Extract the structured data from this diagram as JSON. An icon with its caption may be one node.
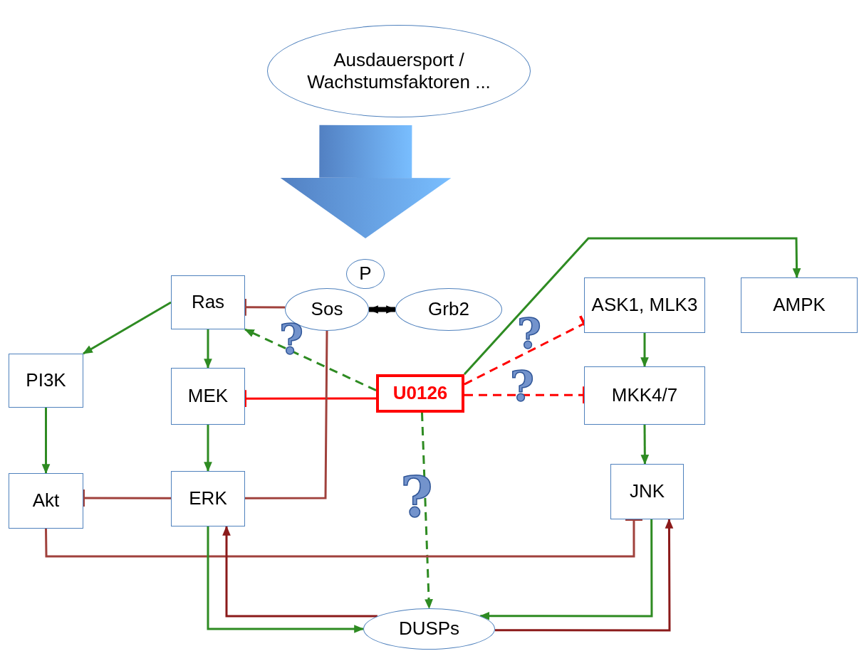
{
  "diagram": {
    "nodes": [
      {
        "text": [
          "Ausdauersport / Wachstumsfaktoren ..."
        ]
      },
      {
        "text": [
          "Ras"
        ]
      },
      {
        "text": [
          "Sos"
        ]
      },
      {
        "text": [
          "P"
        ]
      },
      {
        "text": [
          "Grb2"
        ]
      },
      {
        "text": [
          "ASK1, MLK3"
        ]
      },
      {
        "text": [
          "AMPK"
        ]
      },
      {
        "text": [
          "PI3K"
        ]
      },
      {
        "text": [
          "MEK"
        ]
      },
      {
        "text": [
          "U0126"
        ]
      },
      {
        "text": [
          "MKK4/7"
        ]
      },
      {
        "text": [
          "Akt"
        ]
      },
      {
        "text": [
          "ERK"
        ]
      },
      {
        "text": [
          "JNK"
        ]
      },
      {
        "text": [
          "DUSPs"
        ]
      }
    ],
    "edges": [
      {
        "from": 0,
        "to": 3,
        "arrow": "to",
        "style": "thick",
        "color": "#5b8fd8"
      },
      {
        "from": 1,
        "to": 7,
        "arrow": "to"
      },
      {
        "from": 1,
        "to": 8,
        "arrow": "to"
      },
      {
        "from": 7,
        "to": 11,
        "arrow": "to"
      },
      {
        "from": 8,
        "to": 12,
        "arrow": "to"
      },
      {
        "from": 2,
        "to": 1,
        "arrow": "other",
        "color": "#a0413c"
      },
      {
        "from": 2,
        "to": 4,
        "arrow": "both",
        "style": "thick",
        "color": "#000000"
      },
      {
        "from": 9,
        "to": 1,
        "arrow": "to",
        "style": "dashed"
      },
      {
        "from": 9,
        "to": 8,
        "arrow": "other",
        "color": "#ff0000"
      },
      {
        "from": 9,
        "to": 5,
        "arrow": "other",
        "style": "dashed",
        "color": "#ff0000"
      },
      {
        "from": 9,
        "to": 10,
        "arrow": "other",
        "style": "dashed",
        "color": "#ff0000"
      },
      {
        "from": 9,
        "to": 6,
        "arrow": "to"
      },
      {
        "from": 9,
        "to": 14,
        "arrow": "to",
        "style": "dashed"
      },
      {
        "from": 5,
        "to": 10,
        "arrow": "to"
      },
      {
        "from": 10,
        "to": 13,
        "arrow": "to"
      },
      {
        "from": 12,
        "to": 2,
        "arrow": "none",
        "color": "#a0413c"
      },
      {
        "from": 12,
        "to": 11,
        "arrow": "other",
        "color": "#a0413c"
      },
      {
        "from": 11,
        "to": 13,
        "arrow": "other",
        "color": "#a0413c"
      },
      {
        "from": 12,
        "to": 14,
        "arrow": "to"
      },
      {
        "from": 14,
        "to": 12,
        "arrow": "to",
        "color": "#8b1a1a"
      },
      {
        "from": 13,
        "to": 14,
        "arrow": "to"
      },
      {
        "from": 14,
        "to": 13,
        "arrow": "to",
        "color": "#8b1a1a"
      }
    ],
    "labels": [
      "?",
      "?",
      "?",
      "?"
    ]
  }
}
